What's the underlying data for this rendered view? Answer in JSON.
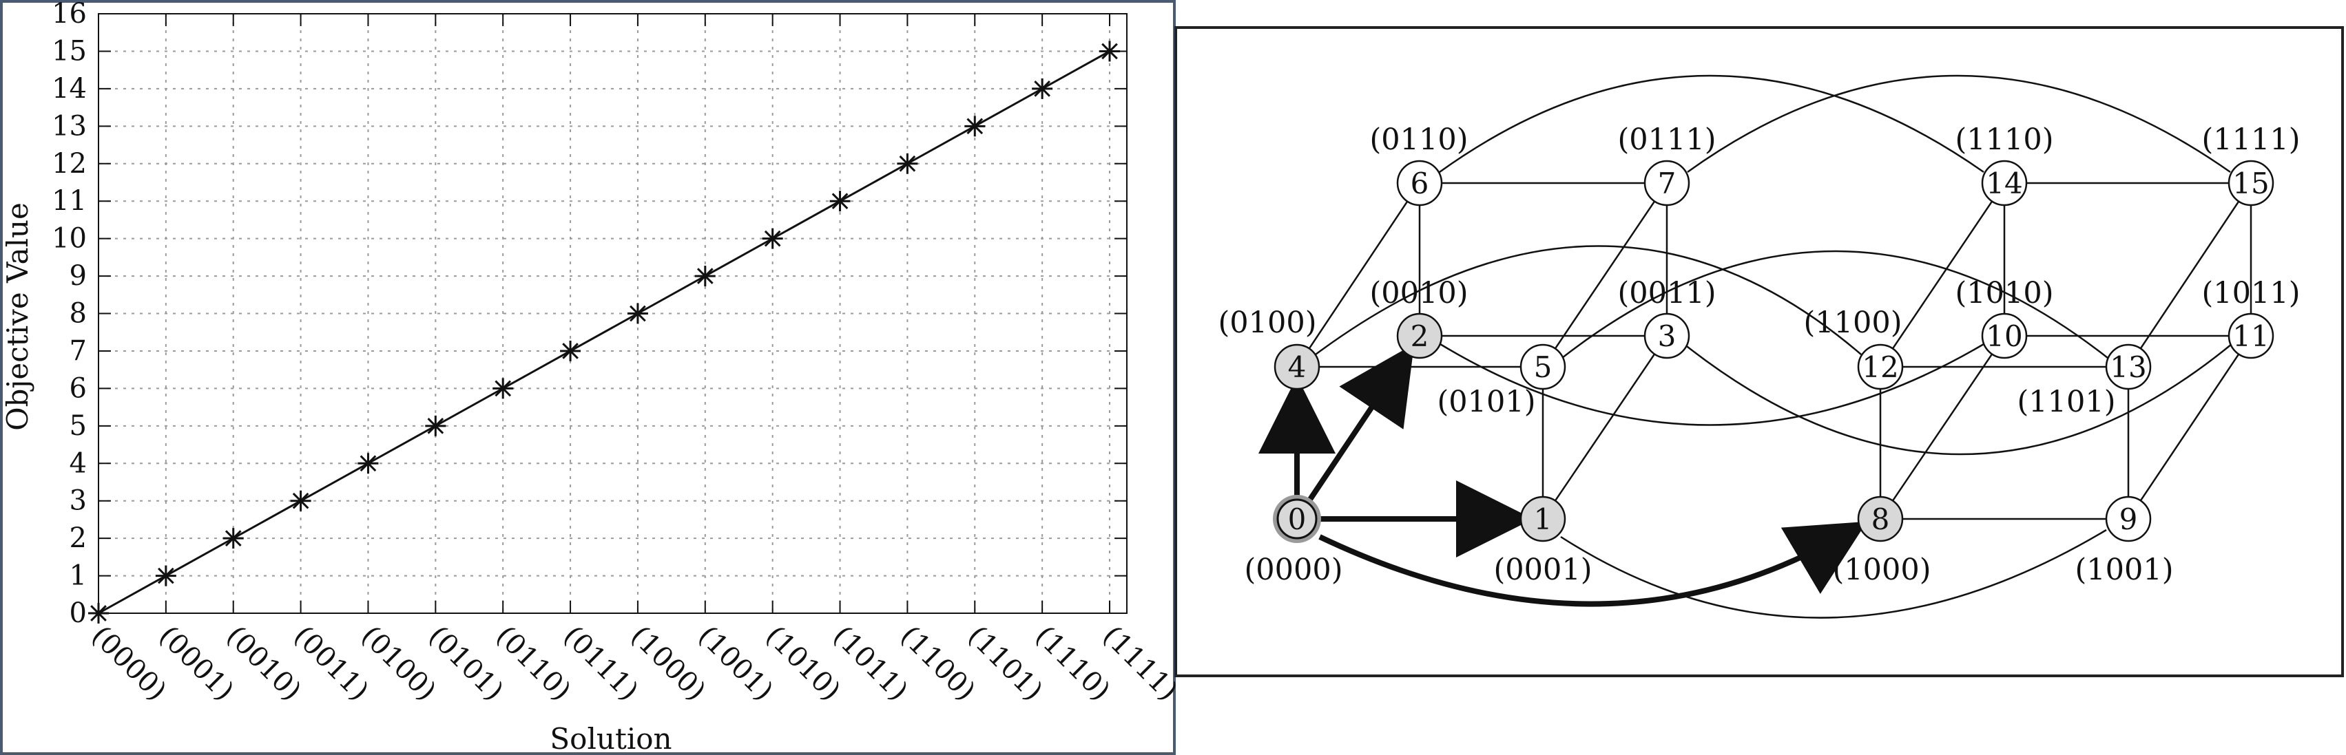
{
  "colors": {
    "frame": "#4a5a70",
    "grid": "#9a9a9a",
    "line": "#111111",
    "node_fill": "#ffffff",
    "visited_fill": "#d8d8d8",
    "edge": "#111111"
  },
  "chart_data": [
    {
      "type": "line",
      "title": "",
      "xlabel": "Solution",
      "ylabel": "Objective Value",
      "categories": [
        "(0000)",
        "(0001)",
        "(0010)",
        "(0011)",
        "(0100)",
        "(0101)",
        "(0110)",
        "(0111)",
        "(1000)",
        "(1001)",
        "(1010)",
        "(1011)",
        "(1100)",
        "(1101)",
        "(1110)",
        "(1111)"
      ],
      "values": [
        0,
        1,
        2,
        3,
        4,
        5,
        6,
        7,
        8,
        9,
        10,
        11,
        12,
        13,
        14,
        15
      ],
      "ylim": [
        0,
        16
      ],
      "yticks": [
        0,
        1,
        2,
        3,
        4,
        5,
        6,
        7,
        8,
        9,
        10,
        11,
        12,
        13,
        14,
        15,
        16
      ],
      "grid": true,
      "marker": "asterisk",
      "legend": "none"
    }
  ],
  "graph": {
    "description_labels": true,
    "nodes": [
      {
        "id": "0",
        "label": "(0000)",
        "highlight": "start"
      },
      {
        "id": "1",
        "label": "(0001)",
        "highlight": "visited"
      },
      {
        "id": "2",
        "label": "(0010)",
        "highlight": "visited"
      },
      {
        "id": "3",
        "label": "(0011)",
        "highlight": "none"
      },
      {
        "id": "4",
        "label": "(0100)",
        "highlight": "visited"
      },
      {
        "id": "5",
        "label": "(0101)",
        "highlight": "none"
      },
      {
        "id": "6",
        "label": "(0110)",
        "highlight": "none"
      },
      {
        "id": "7",
        "label": "(0111)",
        "highlight": "none"
      },
      {
        "id": "8",
        "label": "(1000)",
        "highlight": "visited"
      },
      {
        "id": "9",
        "label": "(1001)",
        "highlight": "none"
      },
      {
        "id": "10",
        "label": "(1010)",
        "highlight": "none"
      },
      {
        "id": "11",
        "label": "(1011)",
        "highlight": "none"
      },
      {
        "id": "12",
        "label": "(1100)",
        "highlight": "none"
      },
      {
        "id": "13",
        "label": "(1101)",
        "highlight": "none"
      },
      {
        "id": "14",
        "label": "(1110)",
        "highlight": "none"
      },
      {
        "id": "15",
        "label": "(1111)",
        "highlight": "none"
      }
    ],
    "edges": [
      [
        "0",
        "1",
        "arrow"
      ],
      [
        "0",
        "2",
        "arrow"
      ],
      [
        "0",
        "4",
        "arrow"
      ],
      [
        "0",
        "8",
        "arrow"
      ],
      [
        "1",
        "3",
        "normal"
      ],
      [
        "1",
        "5",
        "normal"
      ],
      [
        "1",
        "9",
        "normal"
      ],
      [
        "2",
        "3",
        "normal"
      ],
      [
        "2",
        "6",
        "normal"
      ],
      [
        "2",
        "10",
        "normal"
      ],
      [
        "3",
        "7",
        "normal"
      ],
      [
        "3",
        "11",
        "normal"
      ],
      [
        "4",
        "5",
        "normal"
      ],
      [
        "4",
        "6",
        "normal"
      ],
      [
        "4",
        "12",
        "normal"
      ],
      [
        "5",
        "7",
        "normal"
      ],
      [
        "5",
        "13",
        "normal"
      ],
      [
        "6",
        "7",
        "normal"
      ],
      [
        "6",
        "14",
        "normal"
      ],
      [
        "7",
        "15",
        "normal"
      ],
      [
        "8",
        "9",
        "normal"
      ],
      [
        "8",
        "10",
        "normal"
      ],
      [
        "8",
        "12",
        "normal"
      ],
      [
        "9",
        "11",
        "normal"
      ],
      [
        "9",
        "13",
        "normal"
      ],
      [
        "10",
        "11",
        "normal"
      ],
      [
        "10",
        "14",
        "normal"
      ],
      [
        "11",
        "15",
        "normal"
      ],
      [
        "12",
        "13",
        "normal"
      ],
      [
        "12",
        "14",
        "normal"
      ],
      [
        "13",
        "15",
        "normal"
      ],
      [
        "14",
        "15",
        "normal"
      ]
    ]
  }
}
